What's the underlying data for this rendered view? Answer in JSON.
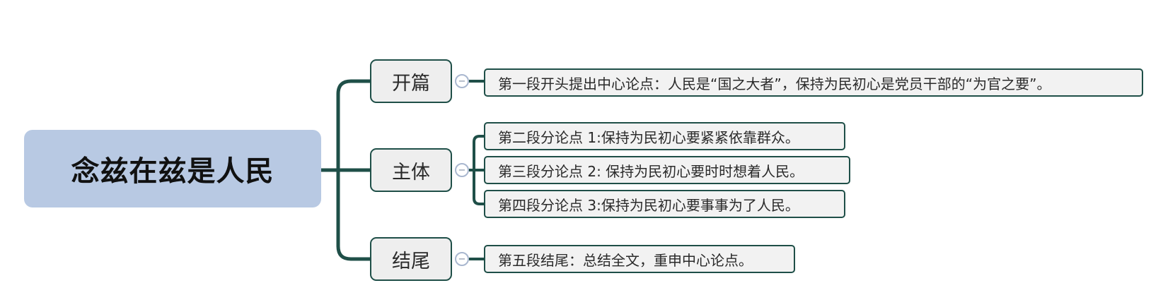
{
  "mindmap": {
    "root": {
      "label": "念兹在兹是人民",
      "color": "#b8c9e3"
    },
    "line_color": "#1f4f48",
    "branches": [
      {
        "label": "开篇",
        "children": [
          "第一段开头提出中心论点：人民是“国之大者”，保持为民初心是党员干部的“为官之要”。"
        ]
      },
      {
        "label": "主体",
        "children": [
          "第二段分论点 1:保持为民初心要紧紧依靠群众。",
          "第三段分论点 2: 保持为民初心要时时想着人民。",
          "第四段分论点 3:保持为民初心要事事为了人民。"
        ]
      },
      {
        "label": "结尾",
        "children": [
          "第五段结尾：总结全文，重申中心论点。"
        ]
      }
    ],
    "collapse_symbol": "−",
    "icons": {
      "collapse": "collapse-minus-icon"
    }
  }
}
